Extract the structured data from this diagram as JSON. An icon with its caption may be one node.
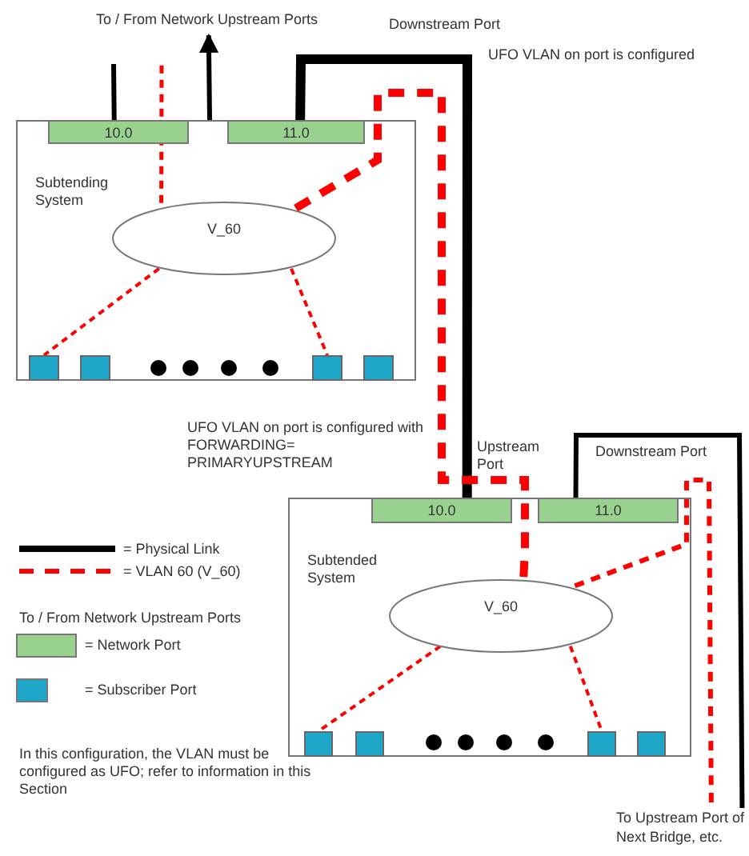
{
  "diagram": {
    "nodes": [
      {
        "text": [
          "Subtending System"
        ]
      },
      {
        "text": [
          "10.0"
        ],
        "in": 0
      },
      {
        "text": [
          "11.0"
        ],
        "in": 0
      },
      {
        "text": [
          "V_60"
        ],
        "in": 0
      },
      {
        "text": [],
        "shape": "box",
        "in": 0
      },
      {
        "text": [],
        "shape": "box",
        "in": 0
      },
      {
        "text": [],
        "shape": "box",
        "in": 0
      },
      {
        "text": [],
        "shape": "box",
        "in": 0
      },
      {
        "text": [
          "Subtended System"
        ]
      },
      {
        "text": [
          "10.0"
        ],
        "in": 8,
        "beside": [
          "Upstream Port"
        ]
      },
      {
        "text": [
          "11.0"
        ],
        "in": 8,
        "beside": [
          "Downstream Port"
        ]
      },
      {
        "text": [
          "V_60"
        ],
        "in": 8
      },
      {
        "text": [],
        "shape": "box",
        "in": 8
      },
      {
        "text": [],
        "shape": "box",
        "in": 8
      },
      {
        "text": [],
        "shape": "box",
        "in": 8
      },
      {
        "text": [],
        "shape": "box",
        "in": 8
      },
      {
        "text": [
          "To / From Network Upstream Ports"
        ]
      },
      {
        "text": [
          "To Upstream Port of Next Bridge, etc."
        ]
      }
    ],
    "edges": [
      {
        "from": 1,
        "to": null,
        "arrow": "none",
        "color": "#000000"
      },
      {
        "from": 3,
        "to": null,
        "arrow": "none",
        "style": "dashed",
        "color": "#ff0000"
      },
      {
        "from": 0,
        "to": 16,
        "arrow": "to",
        "color": "#000000"
      },
      {
        "from": 2,
        "to": 9,
        "arrow": "none",
        "style": "thick",
        "color": "#000000"
      },
      {
        "from": 3,
        "to": 11,
        "arrow": "none",
        "style": "dashed",
        "color": "#ff0000"
      },
      {
        "from": 3,
        "to": 4,
        "arrow": "none",
        "style": "dashed",
        "color": "#ff0000"
      },
      {
        "from": 3,
        "to": 6,
        "arrow": "none",
        "style": "dashed",
        "color": "#ff0000"
      },
      {
        "from": 11,
        "to": 12,
        "arrow": "none",
        "style": "dashed",
        "color": "#ff0000"
      },
      {
        "from": 11,
        "to": 14,
        "arrow": "none",
        "style": "dashed",
        "color": "#ff0000"
      },
      {
        "from": 10,
        "to": 17,
        "arrow": "none",
        "color": "#000000"
      },
      {
        "from": 11,
        "to": 17,
        "arrow": "none",
        "style": "dashed",
        "color": "#ff0000"
      }
    ],
    "labels": [
      "Downstream Port",
      "UFO VLAN on port is configured",
      "UFO VLAN on port is configured with FORWARDING= PRIMARYUPSTREAM",
      "To / From Network Upstream Ports",
      "In this configuration, the VLAN must be configured as UFO; refer to information in this Section"
    ],
    "legend": [
      {
        "text": "= Physical Link"
      },
      {
        "text": "= VLAN 60 (V_60)"
      },
      {
        "text": "= Network Port",
        "color": "#99d18f"
      },
      {
        "text": "= Subscriber Port",
        "color": "#1ea7c9"
      }
    ]
  }
}
